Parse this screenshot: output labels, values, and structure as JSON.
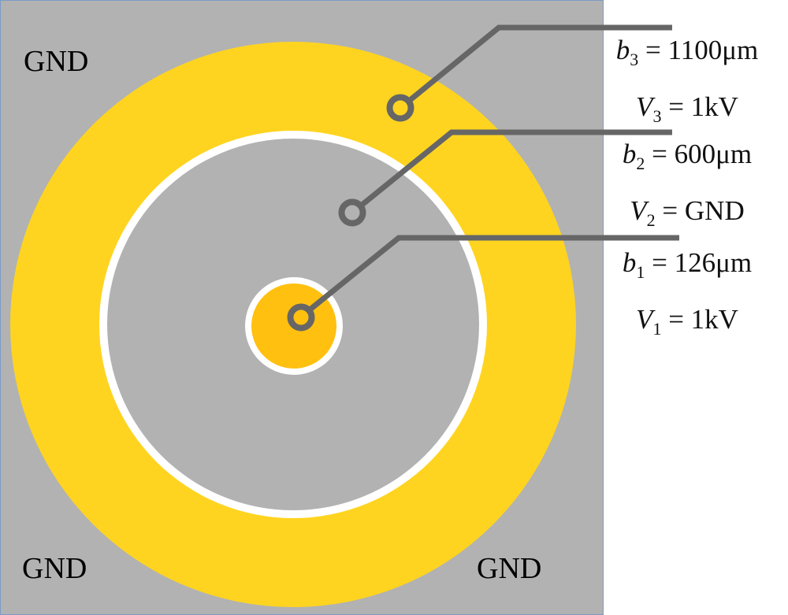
{
  "gnd_labels": [
    "GND",
    "GND",
    "GND"
  ],
  "electrodes": [
    {
      "radius": "b_3 = 1100μm",
      "voltage": "V_3 = 1kV",
      "b_var": "b",
      "b_sub": "3",
      "b_val": "= 1100μm",
      "v_var": "V",
      "v_sub": "3",
      "v_val": "= 1kV"
    },
    {
      "radius": "b_2 = 600μm",
      "voltage": "V_2 = GND",
      "b_var": "b",
      "b_sub": "2",
      "b_val": "= 600μm",
      "v_var": "V",
      "v_sub": "2",
      "v_val": "= GND"
    },
    {
      "radius": "b_1 = 126μm",
      "voltage": "V_1 = 1kV",
      "b_var": "b",
      "b_sub": "1",
      "b_val": "= 126μm",
      "v_var": "V",
      "v_sub": "1",
      "v_val": "= 1kV"
    }
  ],
  "colors": {
    "background": "#b2b2b2",
    "outer_electrode": "#ffd420",
    "inner_electrode": "#ffc010",
    "leader": "#666666",
    "gap": "#ffffff"
  }
}
